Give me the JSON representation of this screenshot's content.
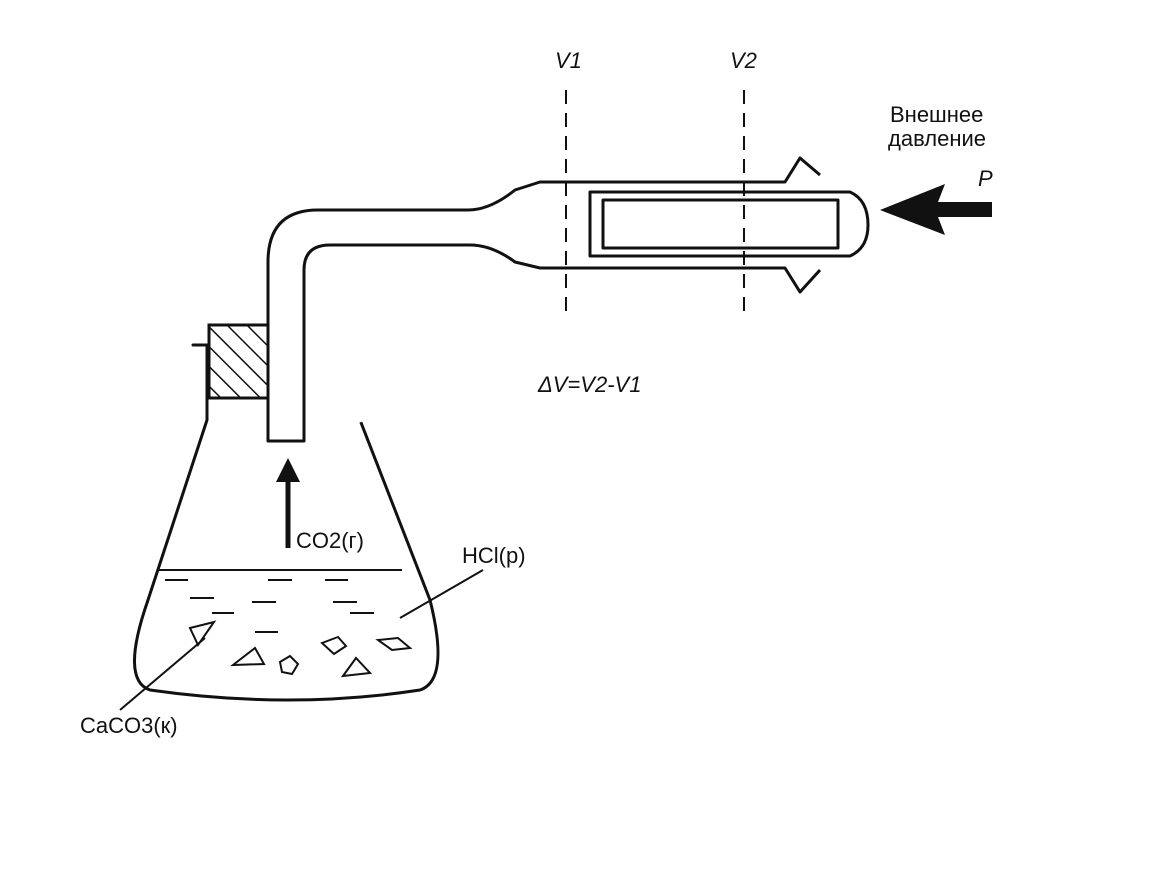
{
  "labels": {
    "v1": "V1",
    "v2": "V2",
    "external_pressure_line1": "Внешнее",
    "external_pressure_line2": "давление",
    "pressure_symbol": "P",
    "delta_v_formula": "ΔV=V2-V1",
    "co2_gas": "CO2(г)",
    "hcl_solution": "HCl(р)",
    "caco3_solid": "CaCO3(к)"
  }
}
